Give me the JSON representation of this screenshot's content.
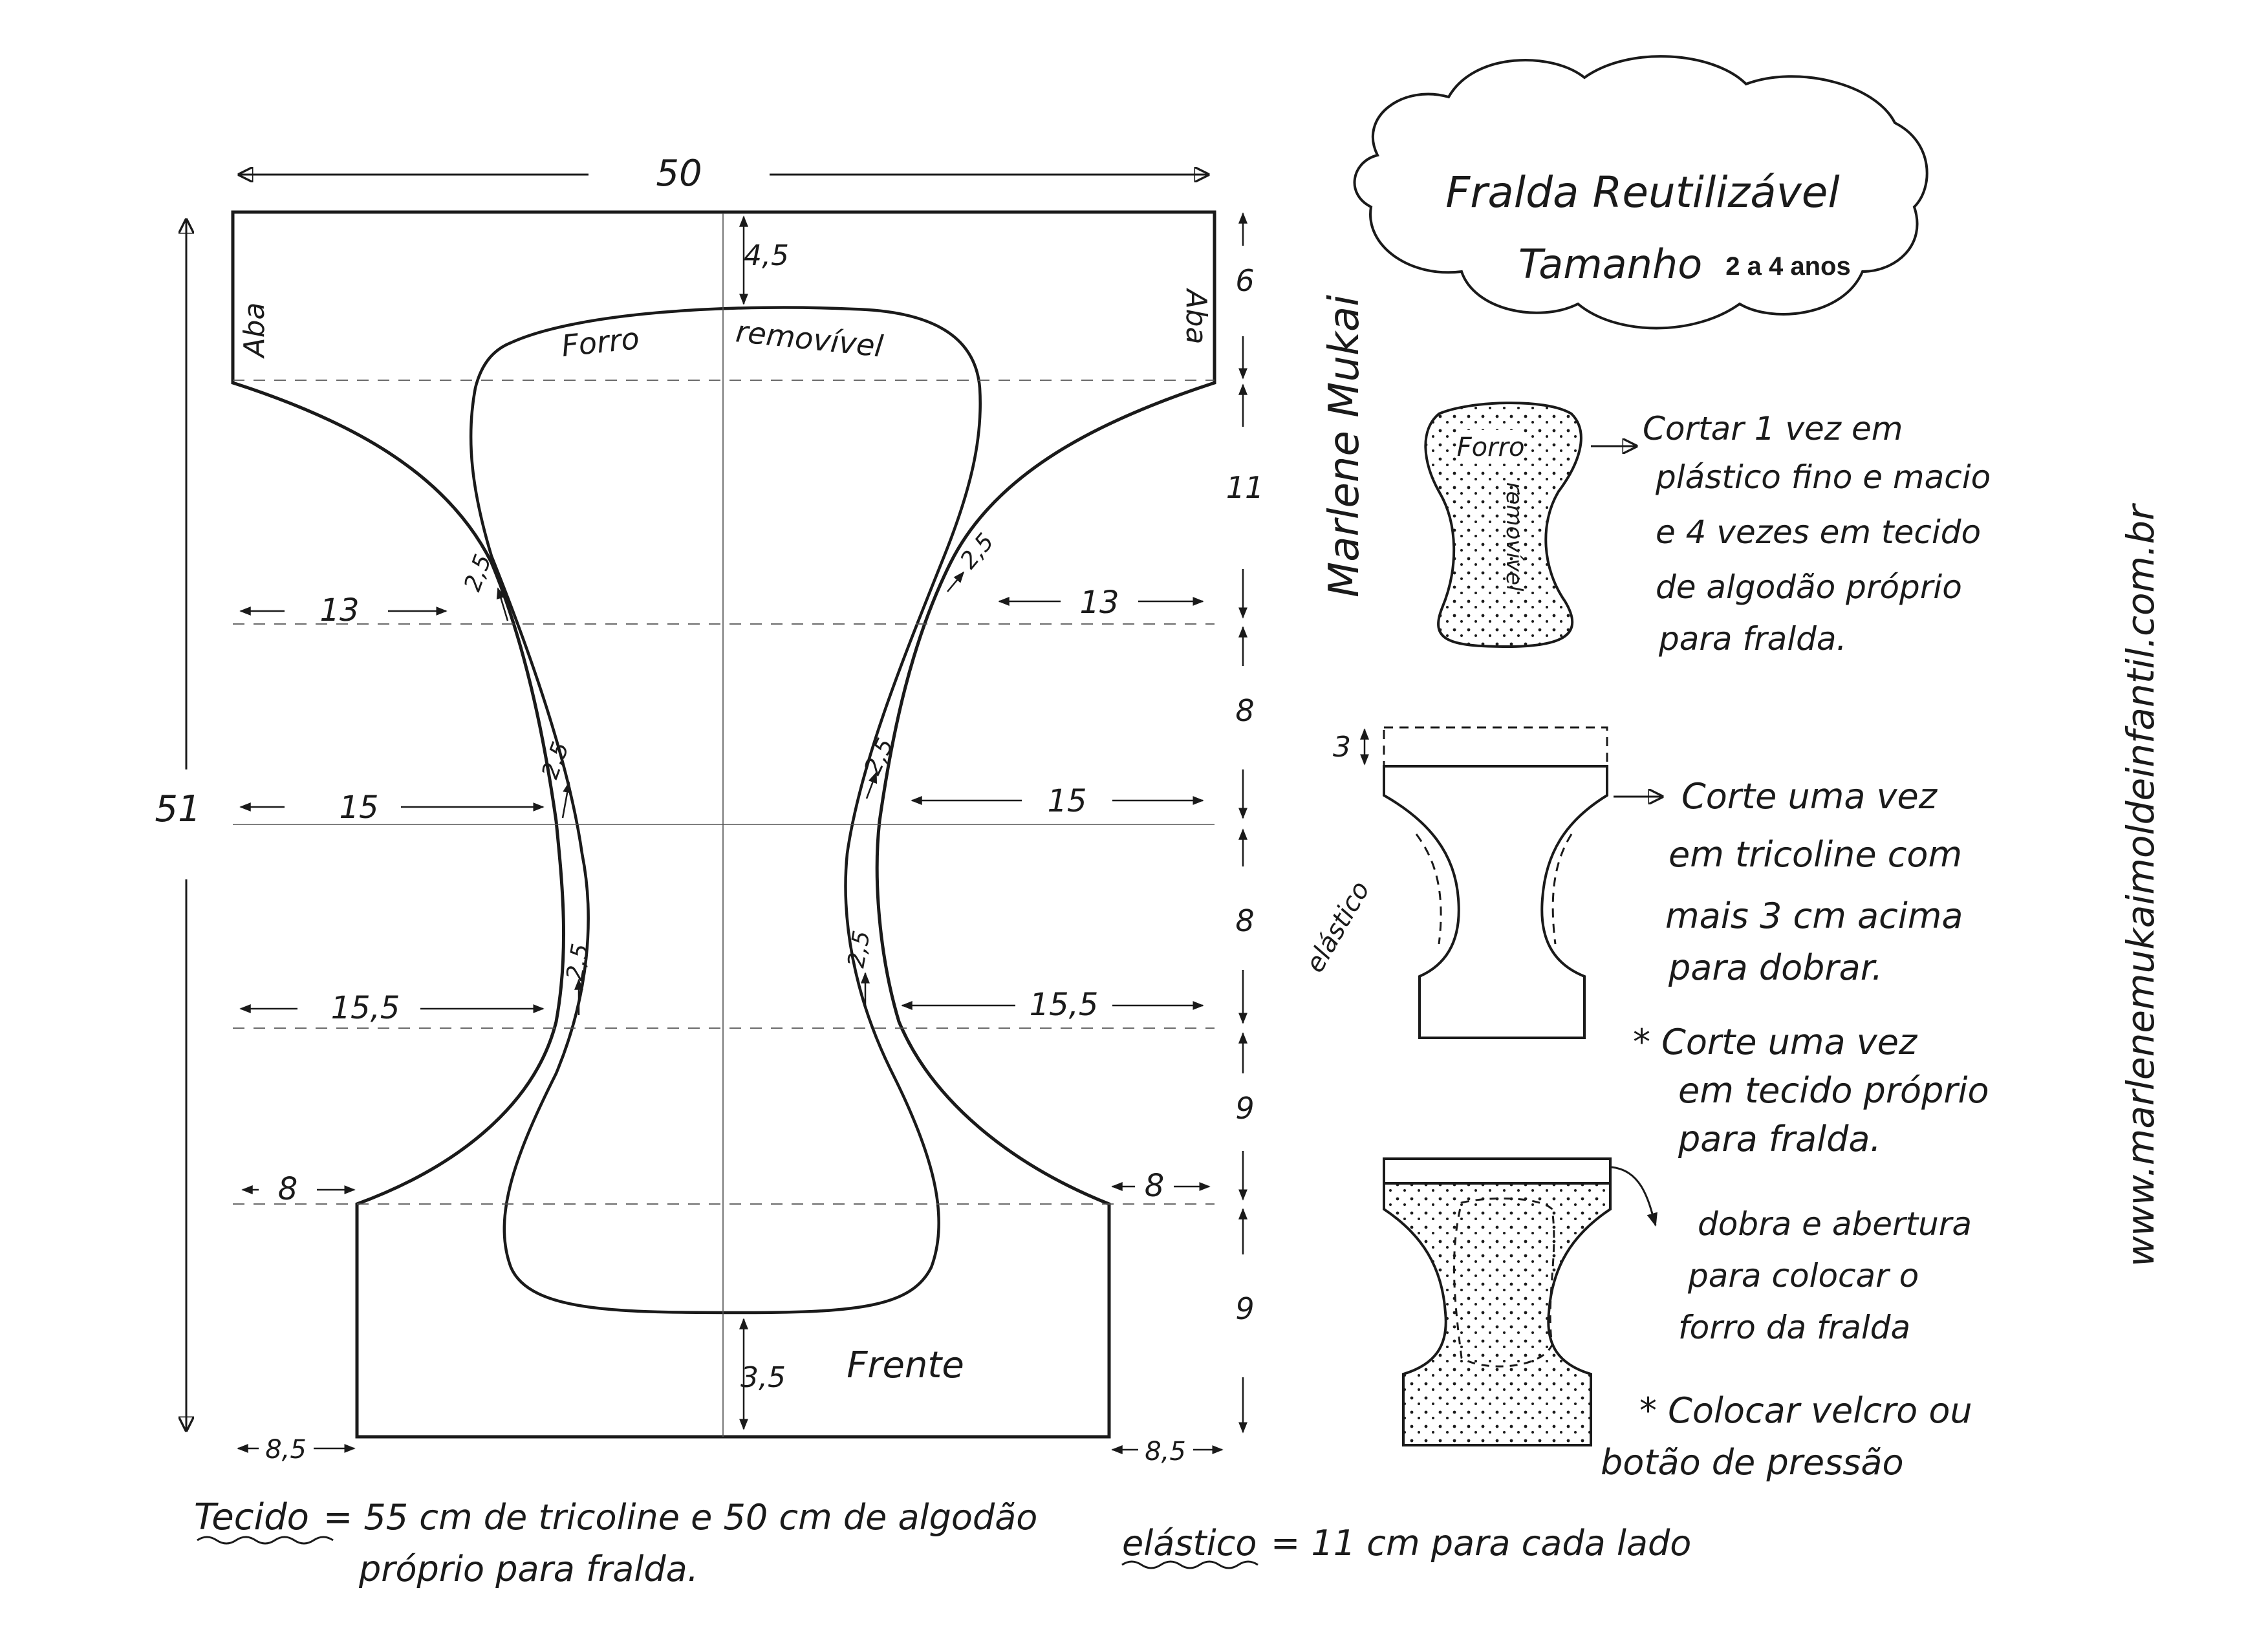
{
  "colors": {
    "ink": "#1a1a1a",
    "paper": "#ffffff",
    "guide": "#555555"
  },
  "pattern": {
    "total_width": "50",
    "total_height": "51",
    "top_gap": "4,5",
    "bottom_gap": "3,5",
    "flap_left": "Aba",
    "flap_right": "Aba",
    "liner_title_1": "Forro",
    "liner_title_2": "removível",
    "front_label": "Frente",
    "widths": {
      "w13_left": "13",
      "w13_right": "13",
      "w15_left": "15",
      "w15_right": "15",
      "w155_left": "15,5",
      "w155_right": "15,5",
      "w8_left": "8",
      "w8_right": "8",
      "w85_left": "8,5",
      "w85_right": "8,5"
    },
    "seam_allowance": {
      "a1": "2,5",
      "a2": "2,5",
      "a3": "2,5",
      "a4": "2,5",
      "a5": "2,5",
      "a6": "2,5"
    },
    "side_heights": {
      "h1": "6",
      "h2": "11",
      "h3": "8",
      "h4": "8",
      "h5": "9",
      "h6": "9"
    },
    "left_height_label": "51"
  },
  "title": {
    "line1": "Fralda Reutilizável",
    "line2": "Tamanho",
    "size": "2 a 4 anos"
  },
  "signature": "Marlene Mukai",
  "liner_piece": {
    "label_1": "Forro",
    "label_2": "removível",
    "instruction": [
      "Cortar 1 vez em",
      "plástico fino e macio",
      "e 4 vezes em tecido",
      "de algodão próprio",
      "para fralda."
    ]
  },
  "cover_piece": {
    "fold_label": "3",
    "elastic_label": "elástico",
    "instruction": [
      "Corte uma vez",
      "em tricoline com",
      "mais 3 cm acima",
      "para dobrar."
    ],
    "note": [
      "* Corte uma vez",
      "em tecido próprio",
      "para fralda."
    ]
  },
  "finished_piece": {
    "instruction": [
      "dobra e abertura",
      "para colocar o",
      "forro da fralda"
    ],
    "note": [
      "* Colocar velcro ou",
      "botão de pressão"
    ]
  },
  "website": "www.marlenemukaimoldeinfantil.com.br",
  "footer": {
    "fabric_label": "Tecido",
    "fabric_line1": "= 55 cm de tricoline e 50 cm de algodão",
    "fabric_line2": "próprio para fralda.",
    "elastic_label": "elástico",
    "elastic_text": "= 11 cm para cada lado"
  }
}
